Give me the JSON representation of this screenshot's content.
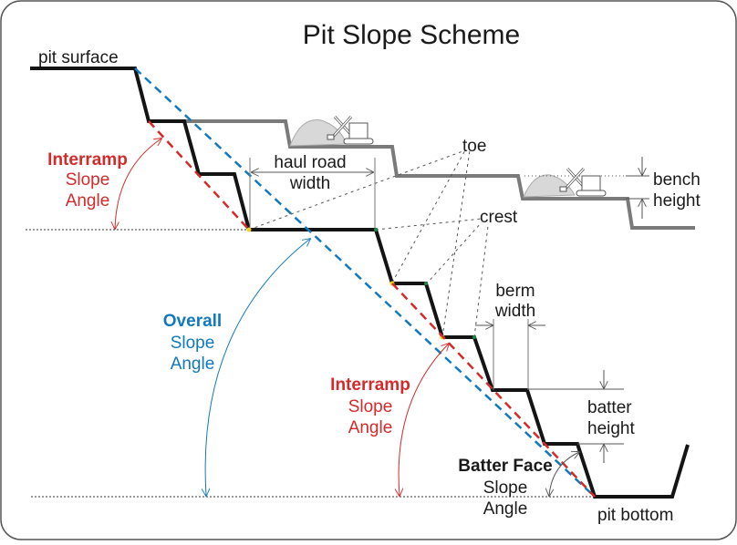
{
  "title": "Pit Slope Scheme",
  "colors": {
    "interramp": "#d42a2a",
    "overall": "#1279bd",
    "profile": "#141414",
    "upper_profile": "#7a7a7a",
    "toe_marker": "#f2d21b",
    "crest_marker": "#1e8a4a"
  },
  "labels": {
    "pit_surface": "pit surface",
    "pit_bottom": "pit bottom",
    "haul_road": [
      "haul road",
      "width"
    ],
    "toe": "toe",
    "crest": "crest",
    "bench_height": [
      "bench",
      "height"
    ],
    "berm_width": [
      "berm",
      "width"
    ],
    "batter_height": [
      "batter",
      "height"
    ],
    "interramp_upper": [
      "Interramp",
      "Slope",
      "Angle"
    ],
    "interramp_lower": [
      "Interramp",
      "Slope",
      "Angle"
    ],
    "overall": [
      "Overall",
      "Slope",
      "Angle"
    ],
    "batter_face": [
      "Batter Face",
      "Slope",
      "Angle"
    ]
  },
  "icons": [
    "excavator-icon",
    "excavator-icon",
    "muck-pile-icon",
    "muck-pile-icon"
  ]
}
